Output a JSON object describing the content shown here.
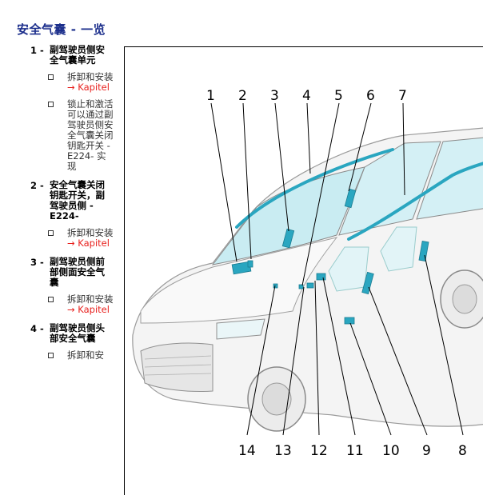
{
  "page": {
    "title": "安全气囊 - 一览"
  },
  "items": [
    {
      "num": "1 -",
      "title": "副驾驶员侧安全气囊单元",
      "subs": [
        {
          "text": "拆卸和安装",
          "link": "→ Kapitel"
        },
        {
          "text": "锁止和激活可以通过副驾驶员侧安全气囊关闭钥匙开关 -E224- 实现",
          "link": ""
        }
      ]
    },
    {
      "num": "2 -",
      "title": "安全气囊关闭钥匙开关，副驾驶员侧 -E224-",
      "subs": [
        {
          "text": "拆卸和安装",
          "link": "→ Kapitel"
        }
      ]
    },
    {
      "num": "3 -",
      "title": "副驾驶员侧前部侧面安全气囊",
      "subs": [
        {
          "text": "拆卸和安装",
          "link": "→ Kapitel"
        }
      ]
    },
    {
      "num": "4 -",
      "title": "副驾驶员侧头部安全气囊",
      "subs": [
        {
          "text": "拆卸和安",
          "link": ""
        }
      ]
    }
  ],
  "figure": {
    "callouts_top": [
      "1",
      "2",
      "3",
      "4",
      "5",
      "6",
      "7"
    ],
    "callouts_bottom": [
      "14",
      "13",
      "12",
      "11",
      "10",
      "9",
      "8"
    ],
    "colors": {
      "highlight": "#2aa6c0",
      "glass": "#c9ecf2",
      "outline": "#8a8a8a",
      "body": "#f4f4f4"
    }
  }
}
